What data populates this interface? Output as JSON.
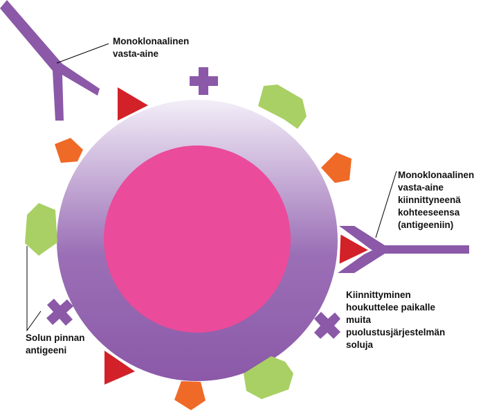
{
  "colors": {
    "membrane_top": "#f3eef8",
    "membrane_bottom": "#8b59a8",
    "nucleus": "#ea4b9a",
    "antibody": "#8b59a8",
    "triangle_antigen": "#d22128",
    "hexagon_antigen": "#a9d064",
    "pentagon_antigen": "#ef6a26",
    "cross_antigen": "#8b59a8",
    "leader_line": "#000000"
  },
  "labels": {
    "free_antibody": [
      "Monoklonaalinen",
      "vasta-aine"
    ],
    "bound_antibody": [
      "Monoklonaalinen",
      "vasta-aine",
      "kiinnittyneenä",
      "kohteeseensa",
      "(antigeeniin)"
    ],
    "recruitment": [
      "Kiinnittyminen",
      "houkuttelee paikalle",
      "muita",
      "puolustusjärjestelmän",
      "soluja"
    ],
    "surface_antigen": [
      "Solun pinnan",
      "antigeeni"
    ]
  }
}
